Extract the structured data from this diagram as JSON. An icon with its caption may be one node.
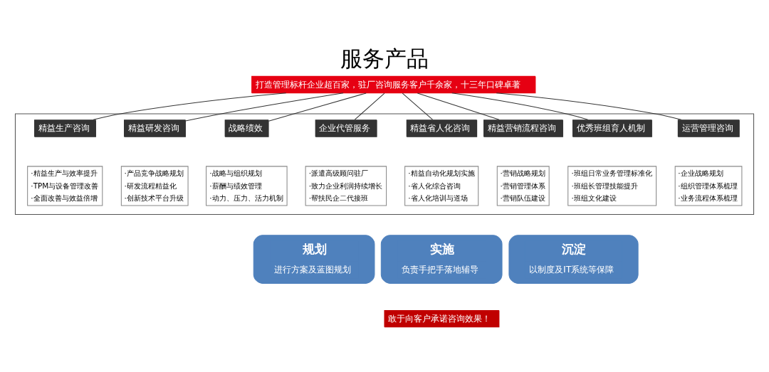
{
  "diagram": {
    "title": "服务产品",
    "nodes": [
      {
        "text": [
          "打造管理标杆企业超百家，驻厂咨询服务客户千余家，十三年口碑卓著"
        ]
      },
      {
        "text": [],
        "shape": "box"
      },
      {
        "text": [
          "精益生产咨询"
        ],
        "in": 1,
        "beside": [
          "·精益生产与效率提升",
          "·TPM与设备管理改善",
          "·全面改善与效益倍增"
        ]
      },
      {
        "text": [
          "精益研发咨询"
        ],
        "in": 1,
        "beside": [
          "·产品竞争战略规划",
          "·研发流程精益化",
          "·创新技术平台升级"
        ]
      },
      {
        "text": [
          "战略绩效"
        ],
        "in": 1,
        "beside": [
          "·战略与组织规划",
          "·薪酬与绩效管理",
          "·动力、压力、活力机制"
        ]
      },
      {
        "text": [
          "企业代管服务"
        ],
        "in": 1,
        "beside": [
          "·派遣高级顾问驻厂",
          "·致力企业利润持续增长",
          "·帮扶民企二代接班"
        ]
      },
      {
        "text": [
          "精益省人化咨询"
        ],
        "in": 1,
        "beside": [
          "·精益自动化规划实施",
          "·省人化综合咨询",
          "·省人化培训与道场"
        ]
      },
      {
        "text": [
          "精益营销流程咨询"
        ],
        "in": 1,
        "beside": [
          "·营销战略规划",
          "·营销管理体系",
          "·营销队伍建设"
        ]
      },
      {
        "text": [
          "优秀班组育人机制"
        ],
        "in": 1,
        "beside": [
          "·班组日常业务管理标准化",
          "·班组长管理技能提升",
          "·班组文化建设"
        ]
      },
      {
        "text": [
          "运营管理咨询"
        ],
        "in": 1,
        "beside": [
          "·企业战略规划",
          "·组织管理体系梳理",
          "·业务流程体系梳理"
        ]
      },
      {
        "text": [
          "规划",
          "进行方案及蓝图规划"
        ]
      },
      {
        "text": [
          "实施",
          "负责手把手落地辅导"
        ]
      },
      {
        "text": [
          "沉淀",
          "以制度及IT系统等保障"
        ]
      },
      {
        "text": [
          "敢于向客户承诺咨询效果！"
        ]
      }
    ],
    "edges": [
      {
        "from": 0,
        "to": 2,
        "arrow": "none"
      },
      {
        "from": 0,
        "to": 3,
        "arrow": "none"
      },
      {
        "from": 0,
        "to": 4,
        "arrow": "none"
      },
      {
        "from": 0,
        "to": 5,
        "arrow": "none"
      },
      {
        "from": 0,
        "to": 6,
        "arrow": "none"
      },
      {
        "from": 0,
        "to": 7,
        "arrow": "none"
      },
      {
        "from": 0,
        "to": 8,
        "arrow": "none"
      },
      {
        "from": 0,
        "to": 9,
        "arrow": "none"
      }
    ]
  }
}
